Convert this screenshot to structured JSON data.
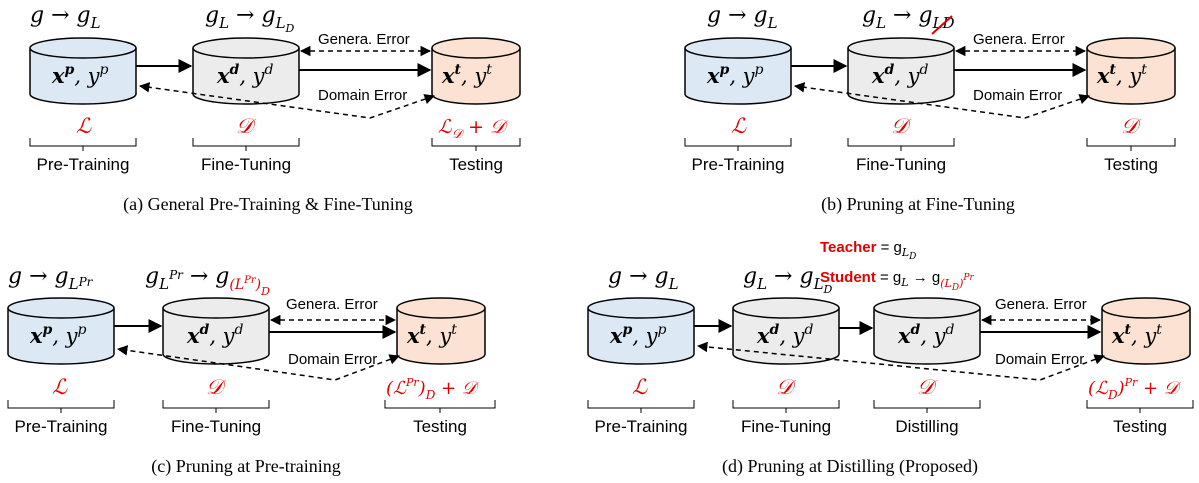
{
  "colors": {
    "pretrain": "#dce9f5",
    "finetune": "#ececec",
    "test": "#fbe2d2",
    "loss": "#e00000",
    "stroke": "#000000"
  },
  "panel_a": {
    "eq1": "g → g",
    "eq1_sub": "L",
    "eq2": "g",
    "eq2_sub": "L",
    "eq2_arrow": " → g",
    "eq2_sub2": "L",
    "eq2_subsub": "D",
    "cyl_pre": "x",
    "cyl_pre_sup": "p",
    "cyl_pre_y": ", y",
    "cyl_pre_ysup": "p",
    "cyl_ft": "x",
    "cyl_ft_sup": "d",
    "cyl_ft_y": ", y",
    "cyl_ft_ysup": "d",
    "cyl_test": "x",
    "cyl_test_sup": "t",
    "cyl_test_y": ", y",
    "cyl_test_ysup": "t",
    "genera_error": "Genera. Error",
    "domain_error": "Domain Error",
    "loss_pre": "ℒ",
    "loss_ft": "𝒟",
    "loss_test": "ℒ",
    "loss_test_sub": "𝒟",
    "loss_test_plus": " + 𝒟",
    "stage_pre": "Pre-Training",
    "stage_ft": "Fine-Tuning",
    "stage_test": "Testing",
    "caption": "(a)  General Pre-Training & Fine-Tuning"
  },
  "panel_b": {
    "eq1": "g → g",
    "eq1_sub": "L",
    "eq2": "g",
    "eq2_sub": "L",
    "eq2_arrow": " → g",
    "eq2_sub2": "LD",
    "genera_error": "Genera. Error",
    "domain_error": "Domain Error",
    "loss_pre": "ℒ",
    "loss_ft": "𝒟",
    "loss_test": "𝒟",
    "stage_pre": "Pre-Training",
    "stage_ft": "Fine-Tuning",
    "stage_test": "Testing",
    "caption": "(b)  Pruning at Fine-Tuning"
  },
  "panel_c": {
    "eq1": "g → g",
    "eq1_sub": "L",
    "eq1_sub2": "Pr",
    "eq2": "g",
    "eq2_sub": "L",
    "eq2_sup": "Pr",
    "eq2_arrow": " → g",
    "eq2_sub_paren": "(L",
    "eq2_sub_sup": "Pr",
    "eq2_sub_close": ")",
    "eq2_subsub": "D",
    "genera_error": "Genera. Error",
    "domain_error": "Domain Error",
    "loss_pre": "ℒ",
    "loss_ft": "𝒟",
    "loss_test_a": "(ℒ",
    "loss_test_sup": "Pr",
    "loss_test_b": ")",
    "loss_test_sub": "D",
    "loss_test_plus": " + 𝒟",
    "stage_pre": "Pre-Training",
    "stage_ft": "Fine-Tuning",
    "stage_test": "Testing",
    "caption": "(c)  Pruning at Pre-training"
  },
  "panel_d": {
    "teacher_label": "Teacher",
    "teacher_eq": " = g",
    "teacher_sub": "L",
    "teacher_subsub": "D",
    "student_label": "Student",
    "student_eq": " = g",
    "student_sub": "L",
    "student_arrow": " → g",
    "student_sub2": "(L",
    "student_subsub2": "D",
    "student_close": ")",
    "student_sup": "Pr",
    "eq1": "g → g",
    "eq1_sub": "L",
    "eq2": "g",
    "eq2_sub": "L",
    "eq2_arrow": " → g",
    "eq2_sub2": "L",
    "eq2_subsub": "D",
    "genera_error": "Genera. Error",
    "domain_error": "Domain Error",
    "loss_pre": "ℒ",
    "loss_ft": "𝒟",
    "loss_dist": "𝒟",
    "loss_test_a": "(ℒ",
    "loss_test_sub": "D",
    "loss_test_b": ")",
    "loss_test_sup": "Pr",
    "loss_test_plus": " + 𝒟",
    "stage_pre": "Pre-Training",
    "stage_ft": "Fine-Tuning",
    "stage_dist": "Distilling",
    "stage_test": "Testing",
    "caption": "(d)  Pruning at Distilling (Proposed)"
  }
}
